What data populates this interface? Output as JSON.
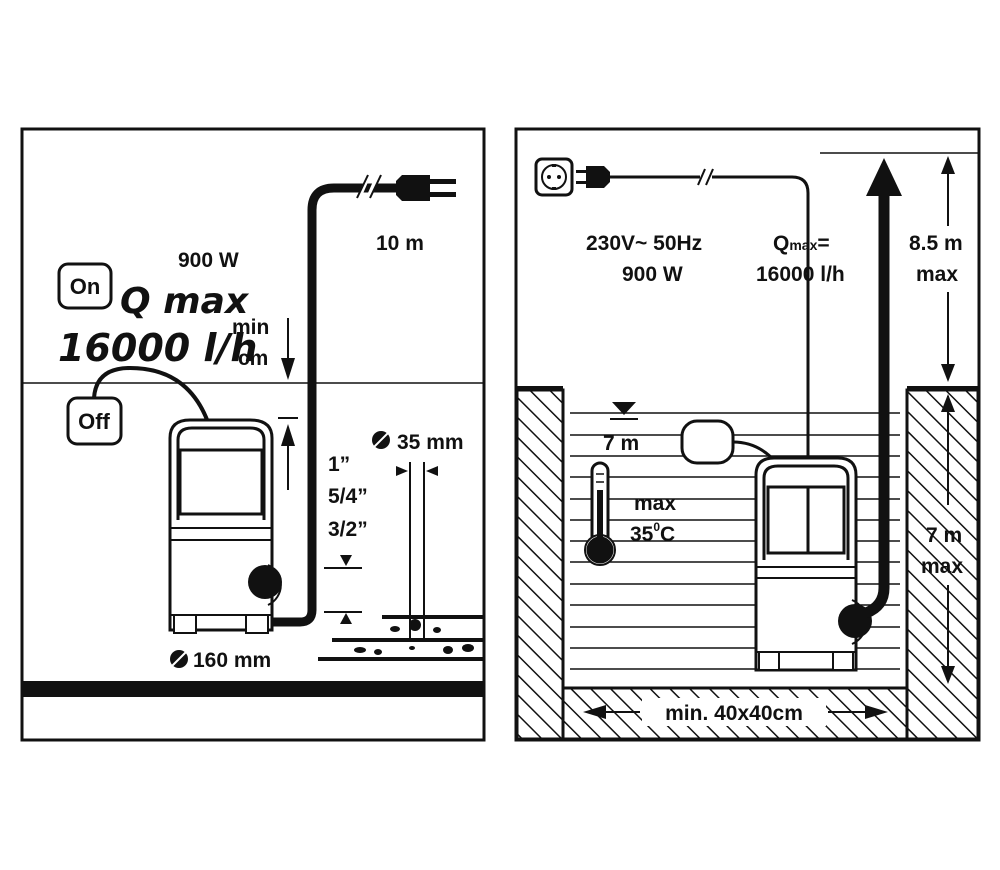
{
  "left_panel": {
    "float_on": "On",
    "float_off": "Off",
    "power": "900 W",
    "qmax_line1": "Q max",
    "qmax_line2": "16000 l/h",
    "min_label": "min",
    "min_unit": "cm",
    "cable_length": "10 m",
    "particle_size": "35 mm",
    "hose_sizes": [
      "1”",
      "5/4”",
      "3/2”"
    ],
    "base_diameter": "160 mm"
  },
  "right_panel": {
    "voltage": "230V~ 50Hz",
    "power": "900 W",
    "qmax_label_q": "Q",
    "qmax_label_sub": "max",
    "qmax_label_eq": "=",
    "qmax_value": "16000 l/h",
    "head_value": "8.5 m",
    "head_max": "max",
    "depth_value": "7 m",
    "depth_max": "max",
    "water_depth": "7 m",
    "temp_max": "max",
    "temp_value": "35",
    "temp_deg": "0",
    "temp_unit": "C",
    "pit_size": "min. 40x40cm"
  },
  "colors": {
    "ink": "#111111",
    "background": "#ffffff"
  },
  "icons": [
    "power-plug-icon",
    "socket-icon",
    "thermometer-icon",
    "water-level-icon",
    "float-switch-icon",
    "pump-icon",
    "up-arrow-icon"
  ]
}
